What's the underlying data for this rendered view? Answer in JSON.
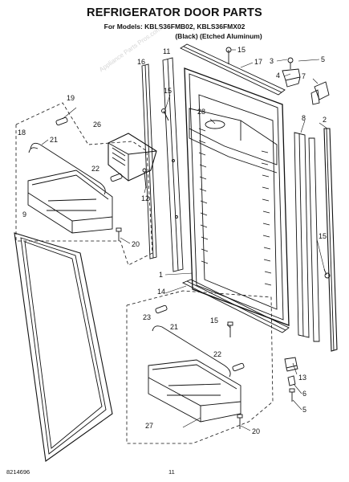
{
  "header": {
    "title": "REFRIGERATOR DOOR PARTS",
    "models": "For Models: KBLS36FMB02, KBLS36FMX02",
    "variants": "(Black)     (Etched Aluminum)"
  },
  "watermark": "Appliance Parts Pros.com",
  "footer": {
    "part_code": "8214696",
    "page_number": "11"
  },
  "callouts": {
    "c1": "1",
    "c2": "2",
    "c3": "3",
    "c4": "4",
    "c5a": "5",
    "c5b": "5",
    "c6": "6",
    "c7": "7",
    "c8": "8",
    "c9": "9",
    "c11": "11",
    "c12": "12",
    "c13": "13",
    "c14": "14",
    "c15a": "15",
    "c15b": "15",
    "c15c": "15",
    "c15d": "15",
    "c16": "16",
    "c17": "17",
    "c18": "18",
    "c19": "19",
    "c20a": "20",
    "c20b": "20",
    "c21a": "21",
    "c21b": "21",
    "c22a": "22",
    "c22b": "22",
    "c23": "23",
    "c26": "26",
    "c27": "27",
    "c28": "28"
  }
}
